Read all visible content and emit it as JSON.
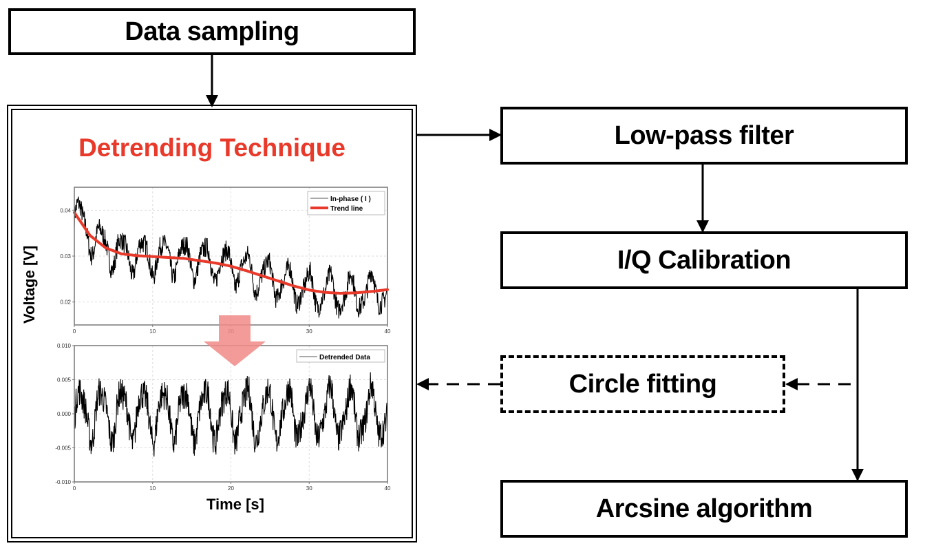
{
  "diagram": {
    "nodes": {
      "data_sampling": "Data sampling",
      "detrending_title": "Detrending Technique",
      "low_pass_filter": "Low-pass filter",
      "iq_calibration": "I/Q Calibration",
      "circle_fitting": "Circle fitting",
      "arcsine_algorithm": "Arcsine algorithm"
    },
    "edges": [
      {
        "from": "data_sampling",
        "to": "detrending",
        "style": "solid"
      },
      {
        "from": "detrending",
        "to": "low_pass_filter",
        "style": "solid"
      },
      {
        "from": "low_pass_filter",
        "to": "iq_calibration",
        "style": "solid"
      },
      {
        "from": "iq_calibration",
        "to": "arcsine_algorithm",
        "style": "solid"
      },
      {
        "from": "iq_calibration",
        "to": "circle_fitting",
        "style": "dashed"
      },
      {
        "from": "circle_fitting",
        "to": "detrending",
        "style": "dashed"
      }
    ],
    "colors": {
      "title_red": "#e8392a",
      "trend_red": "#e8392a",
      "arrow_pink": "#f08a86"
    }
  },
  "chart_data": [
    {
      "type": "line",
      "title": "",
      "xlabel": "Time [s]",
      "ylabel": "Voltage [V]",
      "xlim": [
        0,
        40
      ],
      "ylim": [
        0.015,
        0.045
      ],
      "xticks": [
        "0",
        "10",
        "20",
        "30",
        "40"
      ],
      "yticks": [
        "0.02",
        "0.03",
        "0.04"
      ],
      "ytick_values": [
        0.02,
        0.03,
        0.04
      ],
      "legend": [
        "In-phase ( I )",
        "Trend line"
      ],
      "legend_position": "top-right",
      "series": [
        {
          "name": "In-phase ( I )",
          "color": "#000000",
          "description": "noisy oscillating signal, period ~2.6 s, amplitude ~0.004 V around trend"
        },
        {
          "name": "Trend line",
          "color": "#e8392a",
          "x": [
            0,
            2,
            4,
            6,
            8,
            10,
            12,
            14,
            16,
            18,
            20,
            22,
            24,
            26,
            28,
            30,
            32,
            34,
            36,
            38,
            40
          ],
          "y": [
            0.0395,
            0.0345,
            0.0318,
            0.0305,
            0.0301,
            0.0299,
            0.0297,
            0.0295,
            0.029,
            0.0285,
            0.0278,
            0.0268,
            0.0257,
            0.0246,
            0.0235,
            0.0226,
            0.0221,
            0.0219,
            0.022,
            0.0223,
            0.0227
          ]
        }
      ]
    },
    {
      "type": "line",
      "title": "",
      "xlabel": "Time [s]",
      "ylabel": "Voltage [V]",
      "xlim": [
        0,
        40
      ],
      "ylim": [
        -0.01,
        0.01
      ],
      "xticks": [
        "0",
        "10",
        "20",
        "30",
        "40"
      ],
      "yticks": [
        "-0.010",
        "-0.005",
        "0.000",
        "0.005",
        "0.010"
      ],
      "ytick_values": [
        -0.01,
        -0.005,
        0,
        0.005,
        0.01
      ],
      "legend": [
        "Detrended Data"
      ],
      "legend_position": "top-right",
      "series": [
        {
          "name": "Detrended Data",
          "color": "#000000",
          "description": "noisy oscillation around 0, peaks ~+0.005, troughs ~-0.005, period ~2.6 s"
        }
      ]
    }
  ]
}
